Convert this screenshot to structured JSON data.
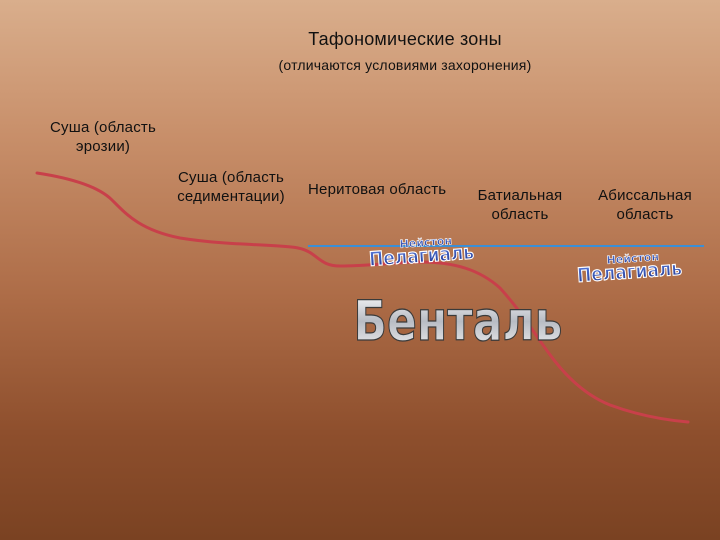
{
  "title": "Тафономические зоны",
  "subtitle": "(отличаются условиями захоронения)",
  "zones": {
    "erosion_line1": "Суша (область",
    "erosion_line2": "эрозии)",
    "sedimentation_line1": "Суша (область",
    "sedimentation_line2": "седиментации)",
    "neritic": "Неритовая область",
    "bathyal_line1": "Батиальная",
    "bathyal_line2": "область",
    "abyssal_line1": "Абиссальная",
    "abyssal_line2": "область"
  },
  "wordart": {
    "pelagial": "Пелагиаль",
    "neuston": "Нейстон",
    "benthal": "Бенталь"
  },
  "colors": {
    "profile_line": "#c8404a",
    "water_line": "#3b8fd6",
    "wordart_fill": "#1f3fa0"
  }
}
